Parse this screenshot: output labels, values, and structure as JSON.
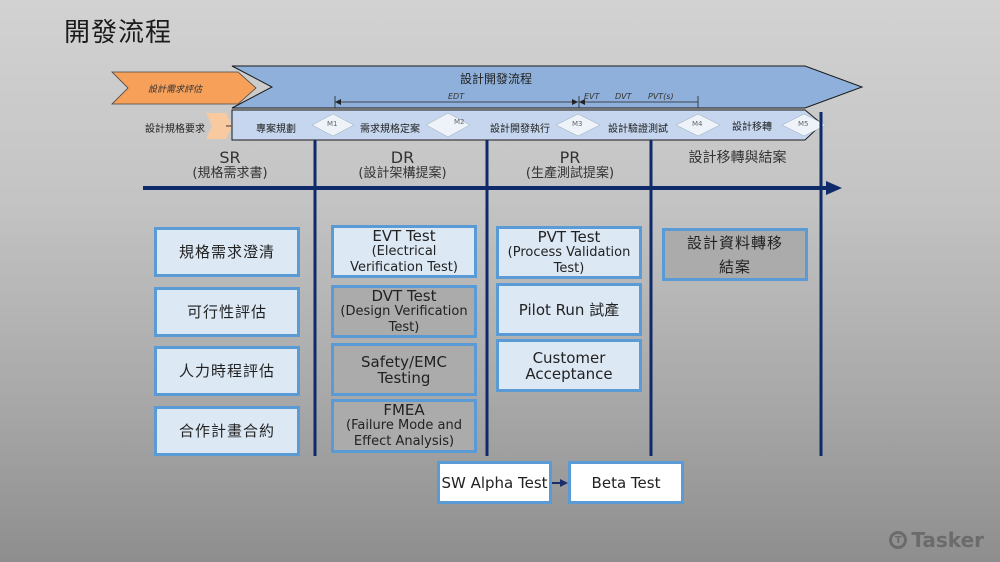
{
  "title": "開發流程",
  "banner": {
    "pre_stage": "設計需求評估",
    "main_stage": "設計開發流程",
    "input_tag": "設計規格要求",
    "edt_label": "EDT",
    "evt_label": "EVT",
    "dvt_label": "DVT",
    "pvt_label": "PVT(s)",
    "phases": [
      "專案規劃",
      "需求規格定案",
      "設計開發執行",
      "設計驗證測試",
      "設計移轉"
    ],
    "milestones": [
      "M1",
      "M2",
      "M3",
      "M4",
      "M5"
    ]
  },
  "columns": [
    {
      "name": "SR",
      "sub": "(規格需求書)"
    },
    {
      "name": "DR",
      "sub": "(設計架構提案)"
    },
    {
      "name": "PR",
      "sub": "(生產測試提案)"
    },
    {
      "name": "設計移轉與結案",
      "sub": ""
    }
  ],
  "sr_items": [
    "規格需求澄清",
    "可行性評估",
    "人力時程評估",
    "合作計畫合約"
  ],
  "dr_items": [
    {
      "title": "EVT Test",
      "sub": "(Electrical Verification Test)"
    },
    {
      "title": "DVT Test",
      "sub": "(Design Verification Test)"
    },
    {
      "title": "Safety/EMC Testing",
      "sub": ""
    },
    {
      "title": "FMEA",
      "sub": "(Failure Mode and Effect Analysis)"
    }
  ],
  "pr_items": [
    {
      "title": "PVT Test",
      "sub": "(Process Validation Test)"
    },
    {
      "title": "Pilot Run 試產",
      "sub": ""
    },
    {
      "title": "Customer Acceptance",
      "sub": ""
    }
  ],
  "closure_items": [
    "設計資料轉移",
    "結案"
  ],
  "sw_tests": [
    "SW Alpha Test",
    "Beta Test"
  ],
  "logo": "Tasker"
}
